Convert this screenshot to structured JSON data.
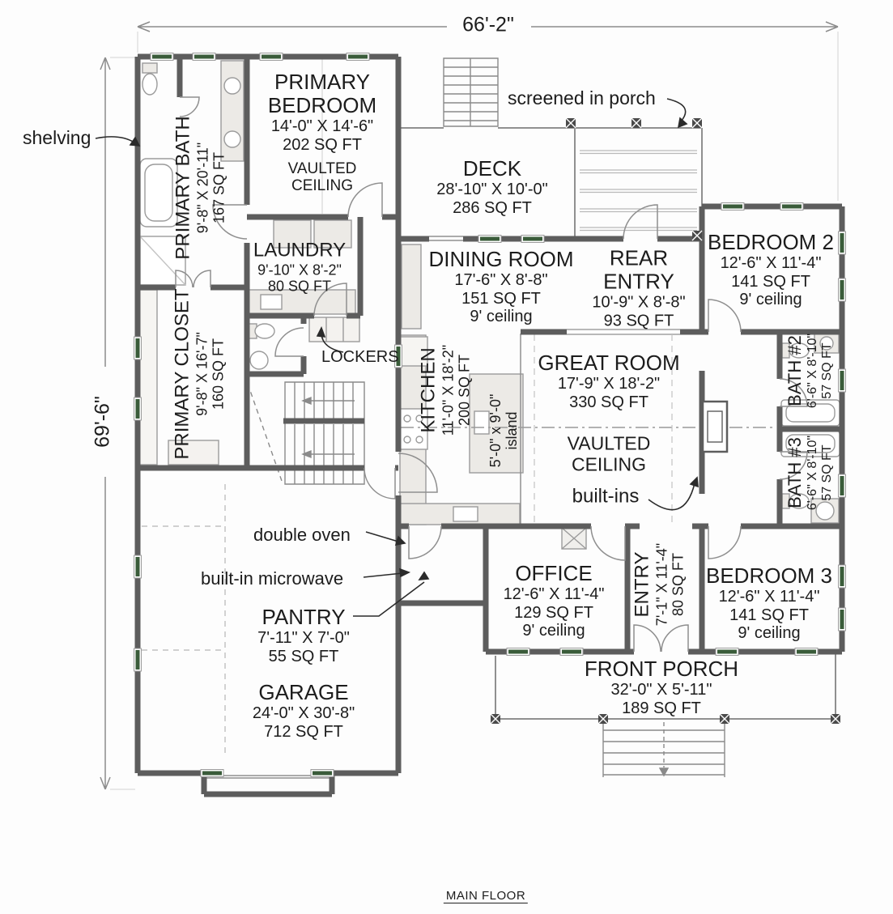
{
  "plan": {
    "title": "MAIN FLOOR",
    "dimensions": {
      "width": "66'-2\"",
      "height": "69'-6\""
    },
    "rooms": {
      "primary_bedroom": {
        "name": "PRIMARY BEDROOM",
        "dims": "14'-0\" X 14'-6\"",
        "area": "202 SQ FT",
        "note": "VAULTED CEILING"
      },
      "primary_bath": {
        "name": "PRIMARY BATH",
        "dims": "9'-8\" X 20'-11\"",
        "area": "167 SQ FT"
      },
      "primary_closet": {
        "name": "PRIMARY CLOSET",
        "dims": "9'-8\" X 16'-7\"",
        "area": "160 SQ FT"
      },
      "laundry": {
        "name": "LAUNDRY",
        "dims": "9'-10\" X 8'-2\"",
        "area": "80 SQ FT"
      },
      "deck": {
        "name": "DECK",
        "dims": "28'-10\" X 10'-0\"",
        "area": "286 SQ FT"
      },
      "dining_room": {
        "name": "DINING ROOM",
        "dims": "17'-6\" X 8'-8\"",
        "area": "151 SQ FT",
        "ceiling": "9' ceiling"
      },
      "rear_entry": {
        "name": "REAR ENTRY",
        "dims": "10'-9\" X 8'-8\"",
        "area": "93 SQ FT"
      },
      "kitchen": {
        "name": "KITCHEN",
        "dims": "11'-0\" X 18'-2\"",
        "area": "200 SQ FT"
      },
      "island": {
        "dims": "5'-0\" x 9'-0\"",
        "label": "island"
      },
      "great_room": {
        "name": "GREAT ROOM",
        "dims": "17'-9\" X 18'-2\"",
        "area": "330 SQ FT",
        "note": "VAULTED CEILING",
        "note2": "built-ins"
      },
      "bedroom_2": {
        "name": "BEDROOM 2",
        "dims": "12'-6\" X 11'-4\"",
        "area": "141 SQ FT",
        "ceiling": "9' ceiling"
      },
      "bath_2": {
        "name": "BATH #2",
        "dims": "6'-6\" X 8'-10\"",
        "area": "57 SQ FT"
      },
      "bath_3": {
        "name": "BATH #3",
        "dims": "6'-6\" X 8'-10\"",
        "area": "57 SQ FT"
      },
      "bedroom_3": {
        "name": "BEDROOM 3",
        "dims": "12'-6\" X 11'-4\"",
        "area": "141 SQ FT",
        "ceiling": "9' ceiling"
      },
      "office": {
        "name": "OFFICE",
        "dims": "12'-6\" X 11'-4\"",
        "area": "129 SQ FT",
        "ceiling": "9' ceiling"
      },
      "entry": {
        "name": "ENTRY",
        "dims": "7'-1\" X 11'-4\"",
        "area": "80 SQ FT"
      },
      "front_porch": {
        "name": "FRONT PORCH",
        "dims": "32'-0\" X 5'-11\"",
        "area": "189 SQ FT"
      },
      "pantry": {
        "name": "PANTRY",
        "dims": "7'-11\" X 7'-0\"",
        "area": "55 SQ FT"
      },
      "garage": {
        "name": "GARAGE",
        "dims": "24'-0\" X 30'-8\"",
        "area": "712 SQ FT"
      }
    },
    "annotations": {
      "shelving": "shelving",
      "screened_porch": "screened in porch",
      "lockers": "LOCKERS",
      "double_oven": "double oven",
      "built_in_microwave": "built-in microwave"
    },
    "colors": {
      "wall": "#5d5d5d",
      "window": "#3a5c3a",
      "text": "#1c1c1c"
    }
  }
}
